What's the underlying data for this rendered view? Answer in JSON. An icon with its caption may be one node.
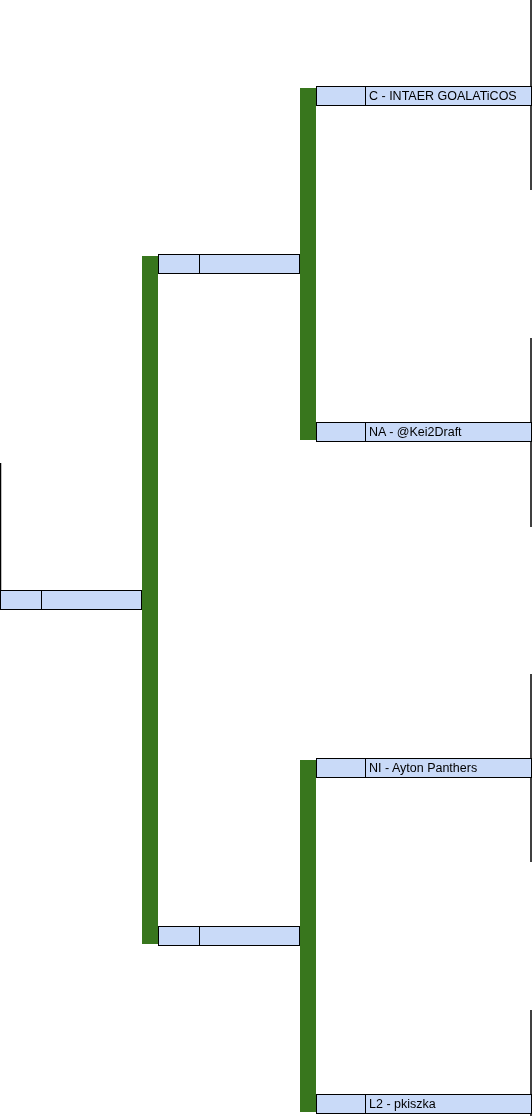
{
  "diagram": {
    "nodes": [
      {
        "text": [
          "C - INTAER GOALATiCOS"
        ]
      },
      {
        "text": [],
        "shape": "box"
      },
      {
        "text": [
          "NA - @Kei2Draft"
        ]
      },
      {
        "text": [],
        "shape": "box"
      },
      {
        "text": [
          "NI - Ayton Panthers"
        ]
      },
      {
        "text": [],
        "shape": "box"
      },
      {
        "text": [
          "L2 - pkiszka"
        ]
      }
    ],
    "edges": [
      {
        "from": 0,
        "to": 1,
        "arrow": "none"
      },
      {
        "from": 2,
        "to": 1,
        "arrow": "none"
      },
      {
        "from": 1,
        "to": 3,
        "arrow": "none"
      },
      {
        "from": 5,
        "to": 3,
        "arrow": "none"
      },
      {
        "from": 4,
        "to": 5,
        "arrow": "none"
      },
      {
        "from": 6,
        "to": 5,
        "arrow": "none"
      }
    ]
  }
}
